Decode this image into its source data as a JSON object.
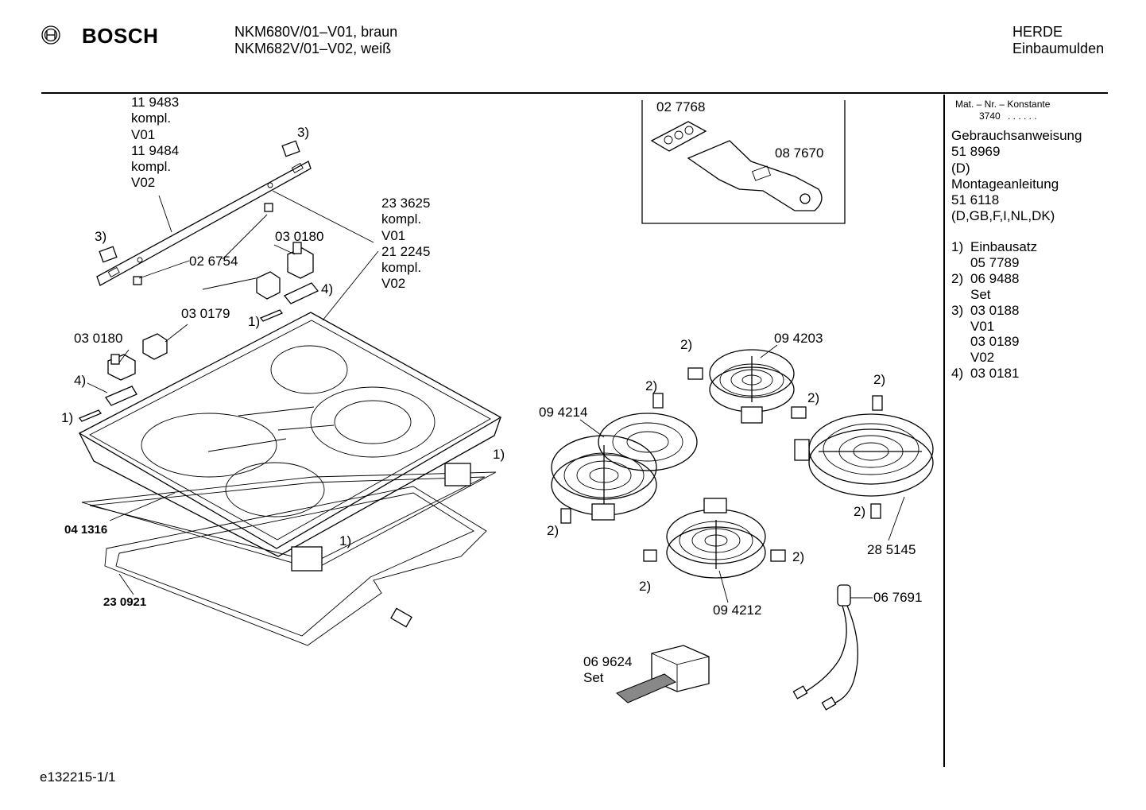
{
  "header": {
    "brand": "BOSCH",
    "model_line_1": "NKM680V/01–V01, braun",
    "model_line_2": "NKM682V/01–V02, weiß",
    "category": "HERDE",
    "subcategory": "Einbaumulden"
  },
  "sidebar": {
    "constant_label": "Mat. – Nr. – Konstante",
    "constant_value": "3740",
    "constant_dots": ". . . . . .",
    "lines": [
      "Gebrauchsanweisung",
      "51 8969",
      "(D)",
      "Montageanleitung",
      "51 6118",
      "(D,GB,F,I,NL,DK)"
    ],
    "notes": [
      {
        "num": "1)",
        "text": "Einbausatz"
      },
      {
        "num": "",
        "text": "05 7789"
      },
      {
        "num": "2)",
        "text": "06 9488"
      },
      {
        "num": "",
        "text": "Set"
      },
      {
        "num": "3)",
        "text": "03 0188"
      },
      {
        "num": "",
        "text": "V01"
      },
      {
        "num": "",
        "text": "03 0189"
      },
      {
        "num": "",
        "text": "V02"
      },
      {
        "num": "4)",
        "text": "03 0181"
      }
    ]
  },
  "labels": {
    "trim_strip_block": [
      "11 9483",
      "kompl.",
      "V01",
      "11 9484",
      "kompl.",
      "V02"
    ],
    "glass_top_block": [
      "23 3625",
      "kompl.",
      "V01",
      "21 2245",
      "kompl.",
      "V02"
    ],
    "note3_top": "3)",
    "note3_left": "3)",
    "clip_026754": "02 6754",
    "holder_030180_top": "03 0180",
    "holder_030179": "03 0179",
    "holder_030180_left": "03 0180",
    "note4_right": "4)",
    "note4_left": "4)",
    "note1_a": "1)",
    "note1_b": "1)",
    "note1_c": "1)",
    "note1_d": "1)",
    "seal_041316": "04 1316",
    "frame_230921": "23 0921",
    "pad_027768": "02 7768",
    "scraper_087670": "08 7670",
    "heater_094203": "09 4203",
    "heater_094214": "09 4214",
    "heater_285145": "28 5145",
    "heater_094212": "09 4212",
    "cable_067691": "06 7691",
    "terminal_069624": "06 9624",
    "terminal_set": "Set",
    "note2_a": "2)",
    "note2_b": "2)",
    "note2_c": "2)",
    "note2_d": "2)",
    "note2_e": "2)",
    "note2_f": "2)",
    "note2_g": "2)",
    "note2_h": "2)"
  },
  "footer": {
    "doc_id": "e132215-1/1"
  }
}
